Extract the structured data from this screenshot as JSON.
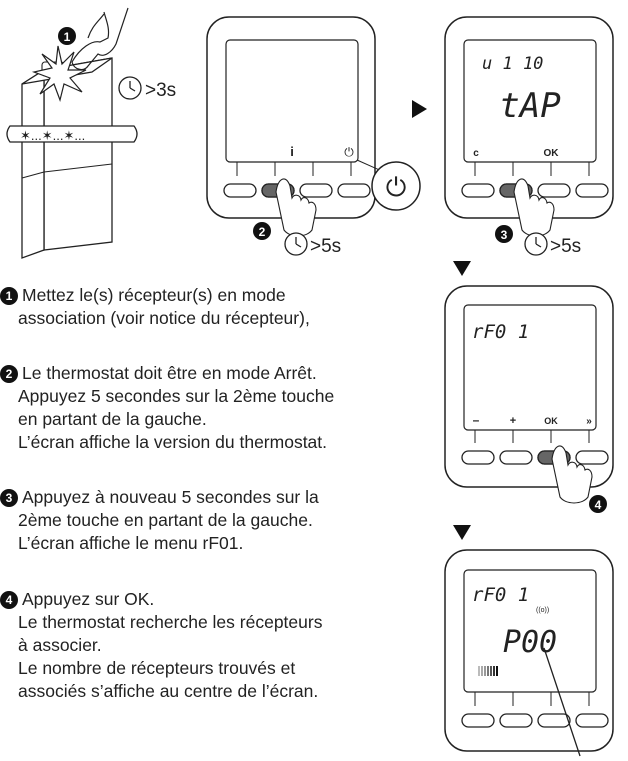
{
  "callouts": {
    "one": "1",
    "two": "2",
    "three": "3",
    "four": "4"
  },
  "timers": {
    "press_hand": ">3s",
    "device1": ">5s",
    "device2": ">5s"
  },
  "receiver": {
    "blink": "✶...✶...✶..."
  },
  "device1": {
    "btn2_label": "i",
    "btn3_label": "⏻",
    "zoom_icon": "⏻"
  },
  "device2": {
    "lcd_small": "u 1 10",
    "lcd_big": "tAP",
    "btn1_label": "c",
    "btn3_label": "OK"
  },
  "device3": {
    "lcd_small": "rF0 1",
    "btn1_label": "–",
    "btn2_label": "+",
    "btn3_label": "OK",
    "btn4_label": "»"
  },
  "device4": {
    "lcd_small": "rF0 1",
    "lcd_big": "P00",
    "signal": "((o))"
  },
  "steps": [
    {
      "num": "1",
      "lines": [
        "Mettez le(s) récepteur(s) en mode",
        "association (voir notice du récepteur),"
      ]
    },
    {
      "num": "2",
      "lines": [
        "Le thermostat doit être en mode Arrêt.",
        "Appuyez 5 secondes sur la 2ème touche",
        "en partant de la gauche.",
        "L’écran affiche la version du thermostat."
      ]
    },
    {
      "num": "3",
      "lines": [
        "Appuyez à nouveau 5 secondes sur la",
        "2ème touche en partant de la gauche.",
        "L’écran affiche le menu rF01."
      ]
    },
    {
      "num": "4",
      "lines": [
        "Appuyez sur OK.",
        "Le thermostat recherche les récepteurs",
        "à associer.",
        "Le nombre de récepteurs trouvés et",
        "associés s’affiche au centre de l’écran."
      ]
    }
  ]
}
